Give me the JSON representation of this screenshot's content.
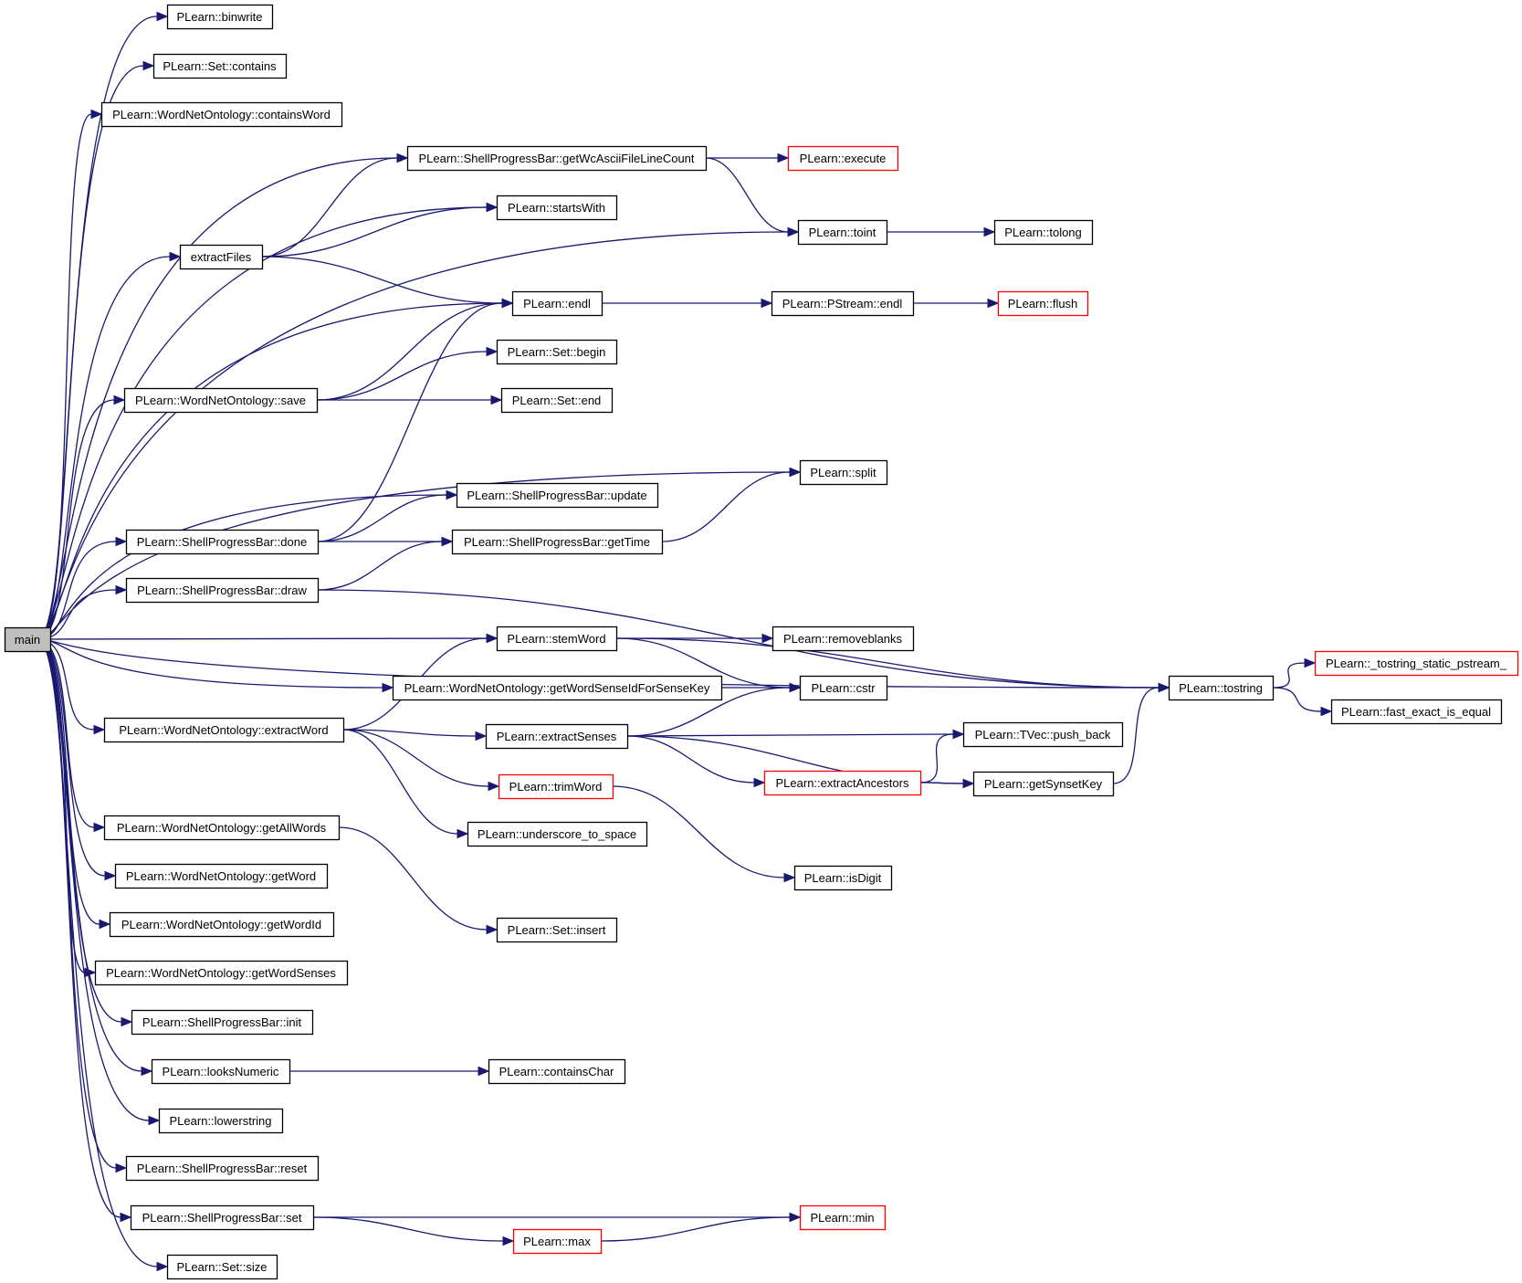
{
  "colors": {
    "edge": "#191970",
    "red_border": "#ff0000",
    "root_fill": "#bfbfbf"
  },
  "nodes": [
    {
      "id": "main",
      "label": "main"
    },
    {
      "id": "binwrite",
      "label": "PLearn::binwrite"
    },
    {
      "id": "set_contains",
      "label": "PLearn::Set::contains"
    },
    {
      "id": "containsWord",
      "label": "PLearn::WordNetOntology::containsWord"
    },
    {
      "id": "getWc",
      "label": "PLearn::ShellProgressBar::getWcAsciiFileLineCount"
    },
    {
      "id": "execute",
      "label": "PLearn::execute",
      "red": true
    },
    {
      "id": "startsWith",
      "label": "PLearn::startsWith"
    },
    {
      "id": "toint",
      "label": "PLearn::toint"
    },
    {
      "id": "tolong",
      "label": "PLearn::tolong"
    },
    {
      "id": "extractFiles",
      "label": "extractFiles"
    },
    {
      "id": "endl",
      "label": "PLearn::endl"
    },
    {
      "id": "pstream_endl",
      "label": "PLearn::PStream::endl"
    },
    {
      "id": "flush",
      "label": "PLearn::flush",
      "red": true
    },
    {
      "id": "set_begin",
      "label": "PLearn::Set::begin"
    },
    {
      "id": "wno_save",
      "label": "PLearn::WordNetOntology::save"
    },
    {
      "id": "set_end",
      "label": "PLearn::Set::end"
    },
    {
      "id": "split",
      "label": "PLearn::split"
    },
    {
      "id": "update",
      "label": "PLearn::ShellProgressBar::update"
    },
    {
      "id": "done",
      "label": "PLearn::ShellProgressBar::done"
    },
    {
      "id": "getTime",
      "label": "PLearn::ShellProgressBar::getTime"
    },
    {
      "id": "draw",
      "label": "PLearn::ShellProgressBar::draw"
    },
    {
      "id": "stemWord",
      "label": "PLearn::stemWord"
    },
    {
      "id": "removeblanks",
      "label": "PLearn::removeblanks"
    },
    {
      "id": "getWSId",
      "label": "PLearn::WordNetOntology::getWordSenseIdForSenseKey"
    },
    {
      "id": "cstr",
      "label": "PLearn::cstr"
    },
    {
      "id": "tostring",
      "label": "PLearn::tostring"
    },
    {
      "id": "ts_static",
      "label": "PLearn::_tostring_static_pstream_",
      "red": true
    },
    {
      "id": "fast_eq",
      "label": "PLearn::fast_exact_is_equal"
    },
    {
      "id": "extractWord",
      "label": "PLearn::WordNetOntology::extractWord"
    },
    {
      "id": "extractSenses",
      "label": "PLearn::extractSenses"
    },
    {
      "id": "push_back",
      "label": "PLearn::TVec::push_back"
    },
    {
      "id": "extractAncestors",
      "label": "PLearn::extractAncestors",
      "red": true
    },
    {
      "id": "getSynsetKey",
      "label": "PLearn::getSynsetKey"
    },
    {
      "id": "trimWord",
      "label": "PLearn::trimWord",
      "red": true
    },
    {
      "id": "underscore",
      "label": "PLearn::underscore_to_space"
    },
    {
      "id": "getAllWords",
      "label": "PLearn::WordNetOntology::getAllWords"
    },
    {
      "id": "isDigit",
      "label": "PLearn::isDigit"
    },
    {
      "id": "getWord",
      "label": "PLearn::WordNetOntology::getWord"
    },
    {
      "id": "getWordId",
      "label": "PLearn::WordNetOntology::getWordId"
    },
    {
      "id": "set_insert",
      "label": "PLearn::Set::insert"
    },
    {
      "id": "getWordSenses",
      "label": "PLearn::WordNetOntology::getWordSenses"
    },
    {
      "id": "spb_init",
      "label": "PLearn::ShellProgressBar::init"
    },
    {
      "id": "looksNumeric",
      "label": "PLearn::looksNumeric"
    },
    {
      "id": "containsChar",
      "label": "PLearn::containsChar"
    },
    {
      "id": "lowerstring",
      "label": "PLearn::lowerstring"
    },
    {
      "id": "spb_reset",
      "label": "PLearn::ShellProgressBar::reset"
    },
    {
      "id": "spb_set",
      "label": "PLearn::ShellProgressBar::set"
    },
    {
      "id": "min",
      "label": "PLearn::min",
      "red": true
    },
    {
      "id": "max",
      "label": "PLearn::max",
      "red": true
    },
    {
      "id": "set_size",
      "label": "PLearn::Set::size"
    }
  ],
  "edges": [
    [
      "main",
      "binwrite"
    ],
    [
      "main",
      "set_contains"
    ],
    [
      "main",
      "containsWord"
    ],
    [
      "main",
      "getWc"
    ],
    [
      "main",
      "startsWith"
    ],
    [
      "main",
      "extractFiles"
    ],
    [
      "main",
      "toint"
    ],
    [
      "main",
      "endl"
    ],
    [
      "main",
      "wno_save"
    ],
    [
      "main",
      "split"
    ],
    [
      "main",
      "update"
    ],
    [
      "main",
      "done"
    ],
    [
      "main",
      "draw"
    ],
    [
      "main",
      "stemWord"
    ],
    [
      "main",
      "getWSId"
    ],
    [
      "main",
      "extractWord"
    ],
    [
      "main",
      "tostring"
    ],
    [
      "main",
      "getAllWords"
    ],
    [
      "main",
      "getWord"
    ],
    [
      "main",
      "getWordId"
    ],
    [
      "main",
      "getWordSenses"
    ],
    [
      "main",
      "spb_init"
    ],
    [
      "main",
      "looksNumeric"
    ],
    [
      "main",
      "lowerstring"
    ],
    [
      "main",
      "spb_reset"
    ],
    [
      "main",
      "spb_set"
    ],
    [
      "main",
      "set_size"
    ],
    [
      "getWc",
      "execute"
    ],
    [
      "getWc",
      "toint"
    ],
    [
      "toint",
      "tolong"
    ],
    [
      "extractFiles",
      "getWc"
    ],
    [
      "extractFiles",
      "startsWith"
    ],
    [
      "extractFiles",
      "endl"
    ],
    [
      "endl",
      "pstream_endl"
    ],
    [
      "pstream_endl",
      "flush"
    ],
    [
      "wno_save",
      "endl"
    ],
    [
      "wno_save",
      "set_begin"
    ],
    [
      "wno_save",
      "set_end"
    ],
    [
      "done",
      "endl"
    ],
    [
      "done",
      "update"
    ],
    [
      "done",
      "getTime"
    ],
    [
      "getTime",
      "split"
    ],
    [
      "draw",
      "getTime"
    ],
    [
      "draw",
      "tostring"
    ],
    [
      "stemWord",
      "removeblanks"
    ],
    [
      "stemWord",
      "cstr"
    ],
    [
      "stemWord",
      "tostring"
    ],
    [
      "getWSId",
      "cstr"
    ],
    [
      "extractWord",
      "stemWord"
    ],
    [
      "extractWord",
      "extractSenses"
    ],
    [
      "extractWord",
      "trimWord"
    ],
    [
      "extractWord",
      "underscore"
    ],
    [
      "extractSenses",
      "cstr"
    ],
    [
      "extractSenses",
      "push_back"
    ],
    [
      "extractSenses",
      "extractAncestors"
    ],
    [
      "extractSenses",
      "getSynsetKey"
    ],
    [
      "extractAncestors",
      "push_back"
    ],
    [
      "extractAncestors",
      "getSynsetKey"
    ],
    [
      "getSynsetKey",
      "tostring"
    ],
    [
      "trimWord",
      "isDigit"
    ],
    [
      "getAllWords",
      "set_insert"
    ],
    [
      "tostring",
      "ts_static"
    ],
    [
      "tostring",
      "fast_eq"
    ],
    [
      "looksNumeric",
      "containsChar"
    ],
    [
      "spb_set",
      "min"
    ],
    [
      "spb_set",
      "max"
    ],
    [
      "max",
      "min"
    ]
  ]
}
